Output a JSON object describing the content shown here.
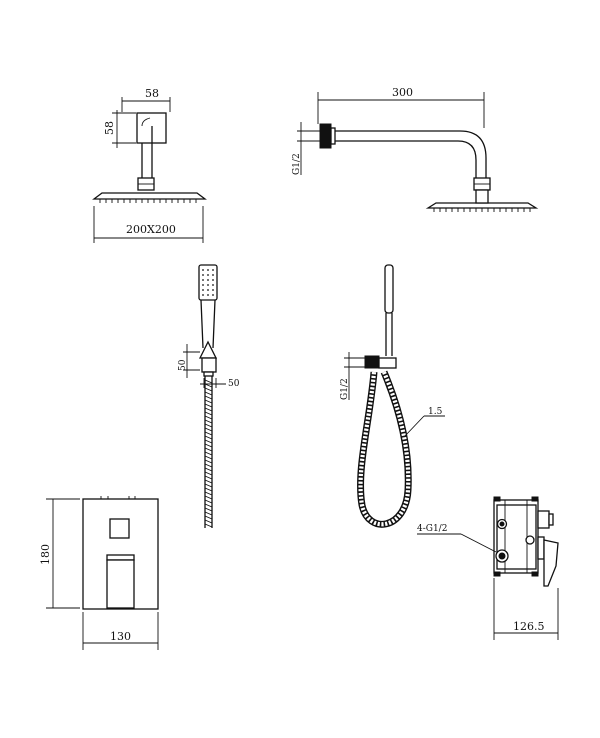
{
  "dimensions": {
    "head_top_width": "58",
    "head_top_height": "58",
    "head_size": "200X200",
    "arm_length": "300",
    "arm_thread": "G1/2",
    "holder_height": "50",
    "holder_width": "50",
    "hose_thread": "G1/2",
    "hose_length": "1.5",
    "plate_height": "180",
    "plate_width": "130",
    "valve_threads": "4-G1/2",
    "valve_depth": "126.5"
  }
}
